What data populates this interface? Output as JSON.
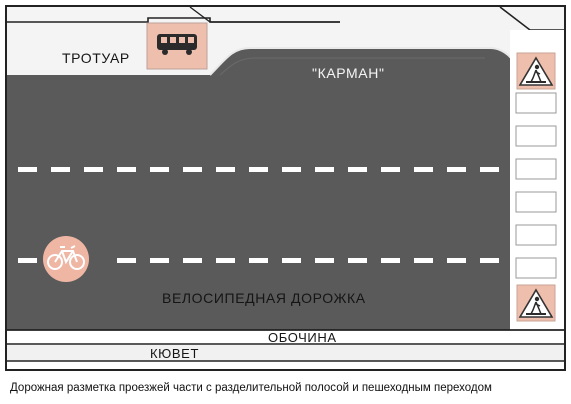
{
  "labels": {
    "sidewalk": "ТРОТУАР",
    "pocket": "\"КАРМАН\"",
    "bike_lane": "ВЕЛОСИПЕДНАЯ ДОРОЖКА",
    "shoulder": "ОБОЧИНА",
    "ditch": "КЮВЕТ"
  },
  "caption": "Дорожная разметка проезжей части с разделительной полосой и пешеходным переходом",
  "signs": {
    "bus_stop": "bus-icon",
    "crosswalk": "pedestrian-crossing-icon",
    "bicycle": "bicycle-icon"
  },
  "colors": {
    "road": "#585858",
    "bus_sign": "#efbfae",
    "bike_symbol": "#efb6a4",
    "markings": "#ffffff",
    "frame": "#222222"
  }
}
